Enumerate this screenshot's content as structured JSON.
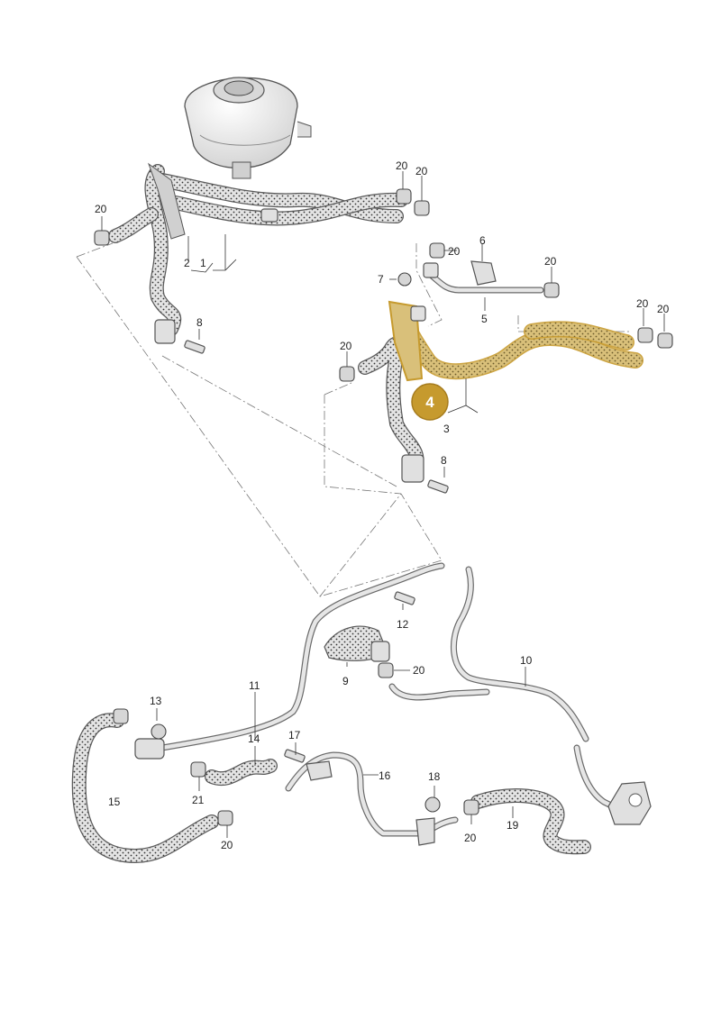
{
  "diagram": {
    "callouts": [
      "1",
      "2",
      "3",
      "5",
      "6",
      "7",
      "8",
      "9",
      "10",
      "11",
      "12",
      "13",
      "14",
      "15",
      "16",
      "17",
      "18",
      "19",
      "20",
      "21"
    ],
    "highlight": {
      "label": "4",
      "color": "#c69a2e",
      "fill": "#d9c07a"
    }
  }
}
